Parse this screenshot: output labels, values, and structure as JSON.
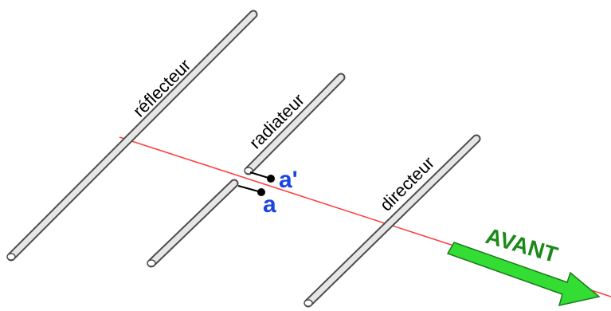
{
  "elements": {
    "reflector": {
      "label": "réflecteur"
    },
    "radiator": {
      "label": "radiateur"
    },
    "director": {
      "label": "directeur"
    }
  },
  "feed_points": {
    "upper": "a'",
    "lower": "a"
  },
  "direction": {
    "label": "AVANT"
  },
  "colors": {
    "axis": "#ff3b3b",
    "tube_stroke": "#4d4d4d",
    "tube_fill": "#e6e6e6",
    "point_label": "#1a45e0",
    "arrow_fill": "#33dd33",
    "arrow_text": "#1a8a1a"
  }
}
